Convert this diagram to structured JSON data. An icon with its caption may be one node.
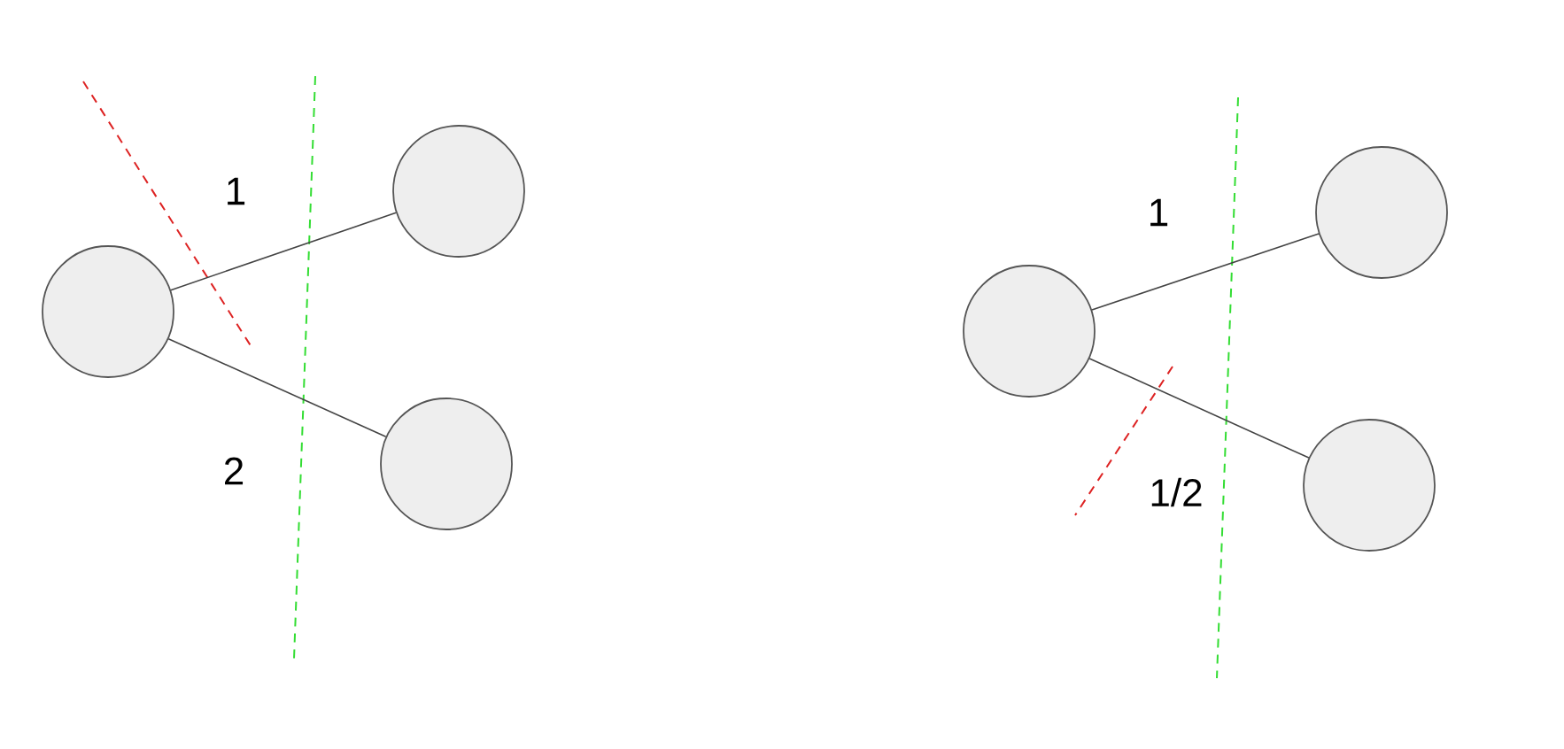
{
  "diagram": {
    "nodes": [
      {
        "text": [],
        "shape": "circle"
      },
      {
        "text": [],
        "shape": "circle"
      },
      {
        "text": [],
        "shape": "circle"
      },
      {
        "text": [],
        "shape": "circle"
      },
      {
        "text": [],
        "shape": "circle"
      },
      {
        "text": [],
        "shape": "circle"
      }
    ],
    "edges": [
      {
        "from": 0,
        "to": 1,
        "arrow": "none",
        "label": "1"
      },
      {
        "from": 0,
        "to": 2,
        "arrow": "none",
        "label": "2"
      },
      {
        "from": 3,
        "to": 4,
        "arrow": "none",
        "label": "1"
      },
      {
        "from": 3,
        "to": 5,
        "arrow": "none",
        "label": "1/2"
      }
    ]
  }
}
